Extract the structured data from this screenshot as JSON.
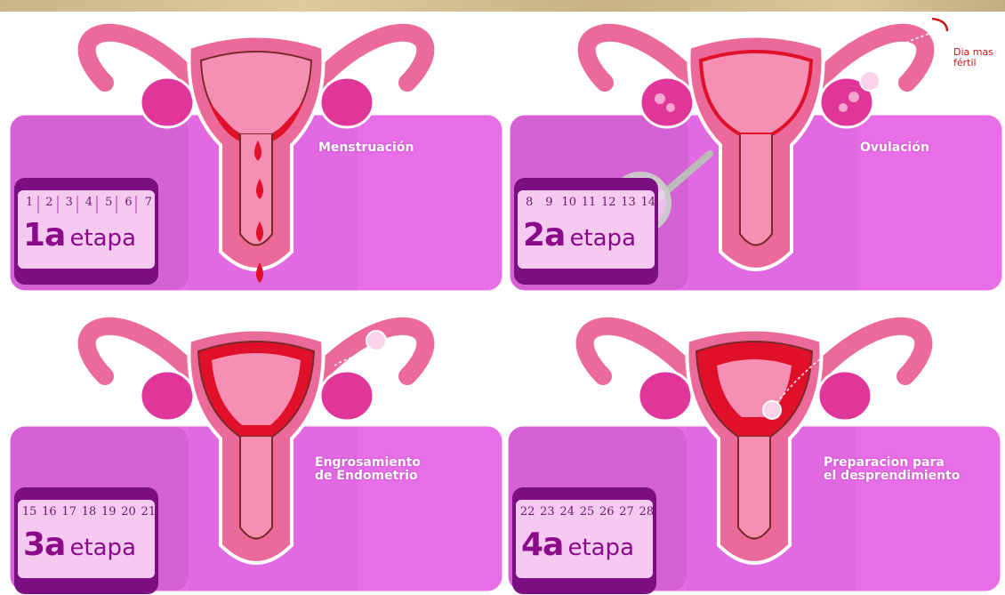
{
  "panels": [
    {
      "label": "Menstruación",
      "days": [
        "1",
        "2",
        "3",
        "4",
        "5",
        "6",
        "7"
      ],
      "stage_number": "1a",
      "stage_word": "etapa"
    },
    {
      "label": "Ovulación",
      "days": [
        "8",
        "9",
        "10",
        "11",
        "12",
        "13",
        "14"
      ],
      "stage_number": "2a",
      "stage_word": "etapa",
      "note_line1": "Dia mas",
      "note_line2": "fértil"
    },
    {
      "label_line1": "Engrosamiento",
      "label_line2": "de Endometrio",
      "days": [
        "15",
        "16",
        "17",
        "18",
        "19",
        "20",
        "21"
      ],
      "stage_number": "3a",
      "stage_word": "etapa"
    },
    {
      "label_line1": "Preparacion para",
      "label_line2": "el desprendimiento",
      "days": [
        "22",
        "23",
        "24",
        "25",
        "26",
        "27",
        "28"
      ],
      "stage_number": "4a",
      "stage_word": "etapa"
    }
  ],
  "colors": {
    "panel_band": "#e86ee8",
    "panel_band_dark": "#c85ac8",
    "uterus": "#ec6a9a",
    "uterus_light": "#f58fb3",
    "endometrium": "#e0102a",
    "calendar": "#7a1080"
  }
}
